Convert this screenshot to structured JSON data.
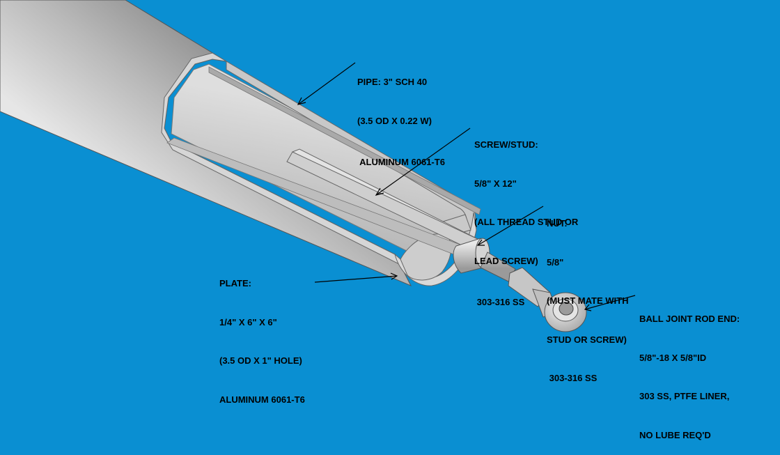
{
  "background_color": "#0a8fd2",
  "callouts": {
    "pipe": {
      "lines": [
        "PIPE: 3\" SCH 40",
        "(3.5 OD X 0.22 W)"
      ],
      "material": " ALUMINUM 6061-T6"
    },
    "screw": {
      "lines": [
        "SCREW/STUD:",
        "5/8\" X 12\"",
        "(ALL THREAD STUD OR",
        "LEAD SCREW)"
      ],
      "material": " 303-316 SS"
    },
    "nut": {
      "lines": [
        "NUT:",
        "5/8\"",
        "(MUST MATE WITH",
        "STUD OR SCREW)"
      ],
      "material": " 303-316 SS"
    },
    "plate": {
      "lines": [
        "PLATE:",
        "1/4\" X 6\" X 6\"",
        "(3.5 OD X 1\" HOLE)",
        "ALUMINUM 6061-T6"
      ]
    },
    "rod_end": {
      "lines": [
        "BALL JOINT ROD END:",
        "5/8\"-18 X 5/8\"ID",
        "303 SS, PTFE LINER,",
        "NO LUBE REQ'D"
      ]
    }
  }
}
